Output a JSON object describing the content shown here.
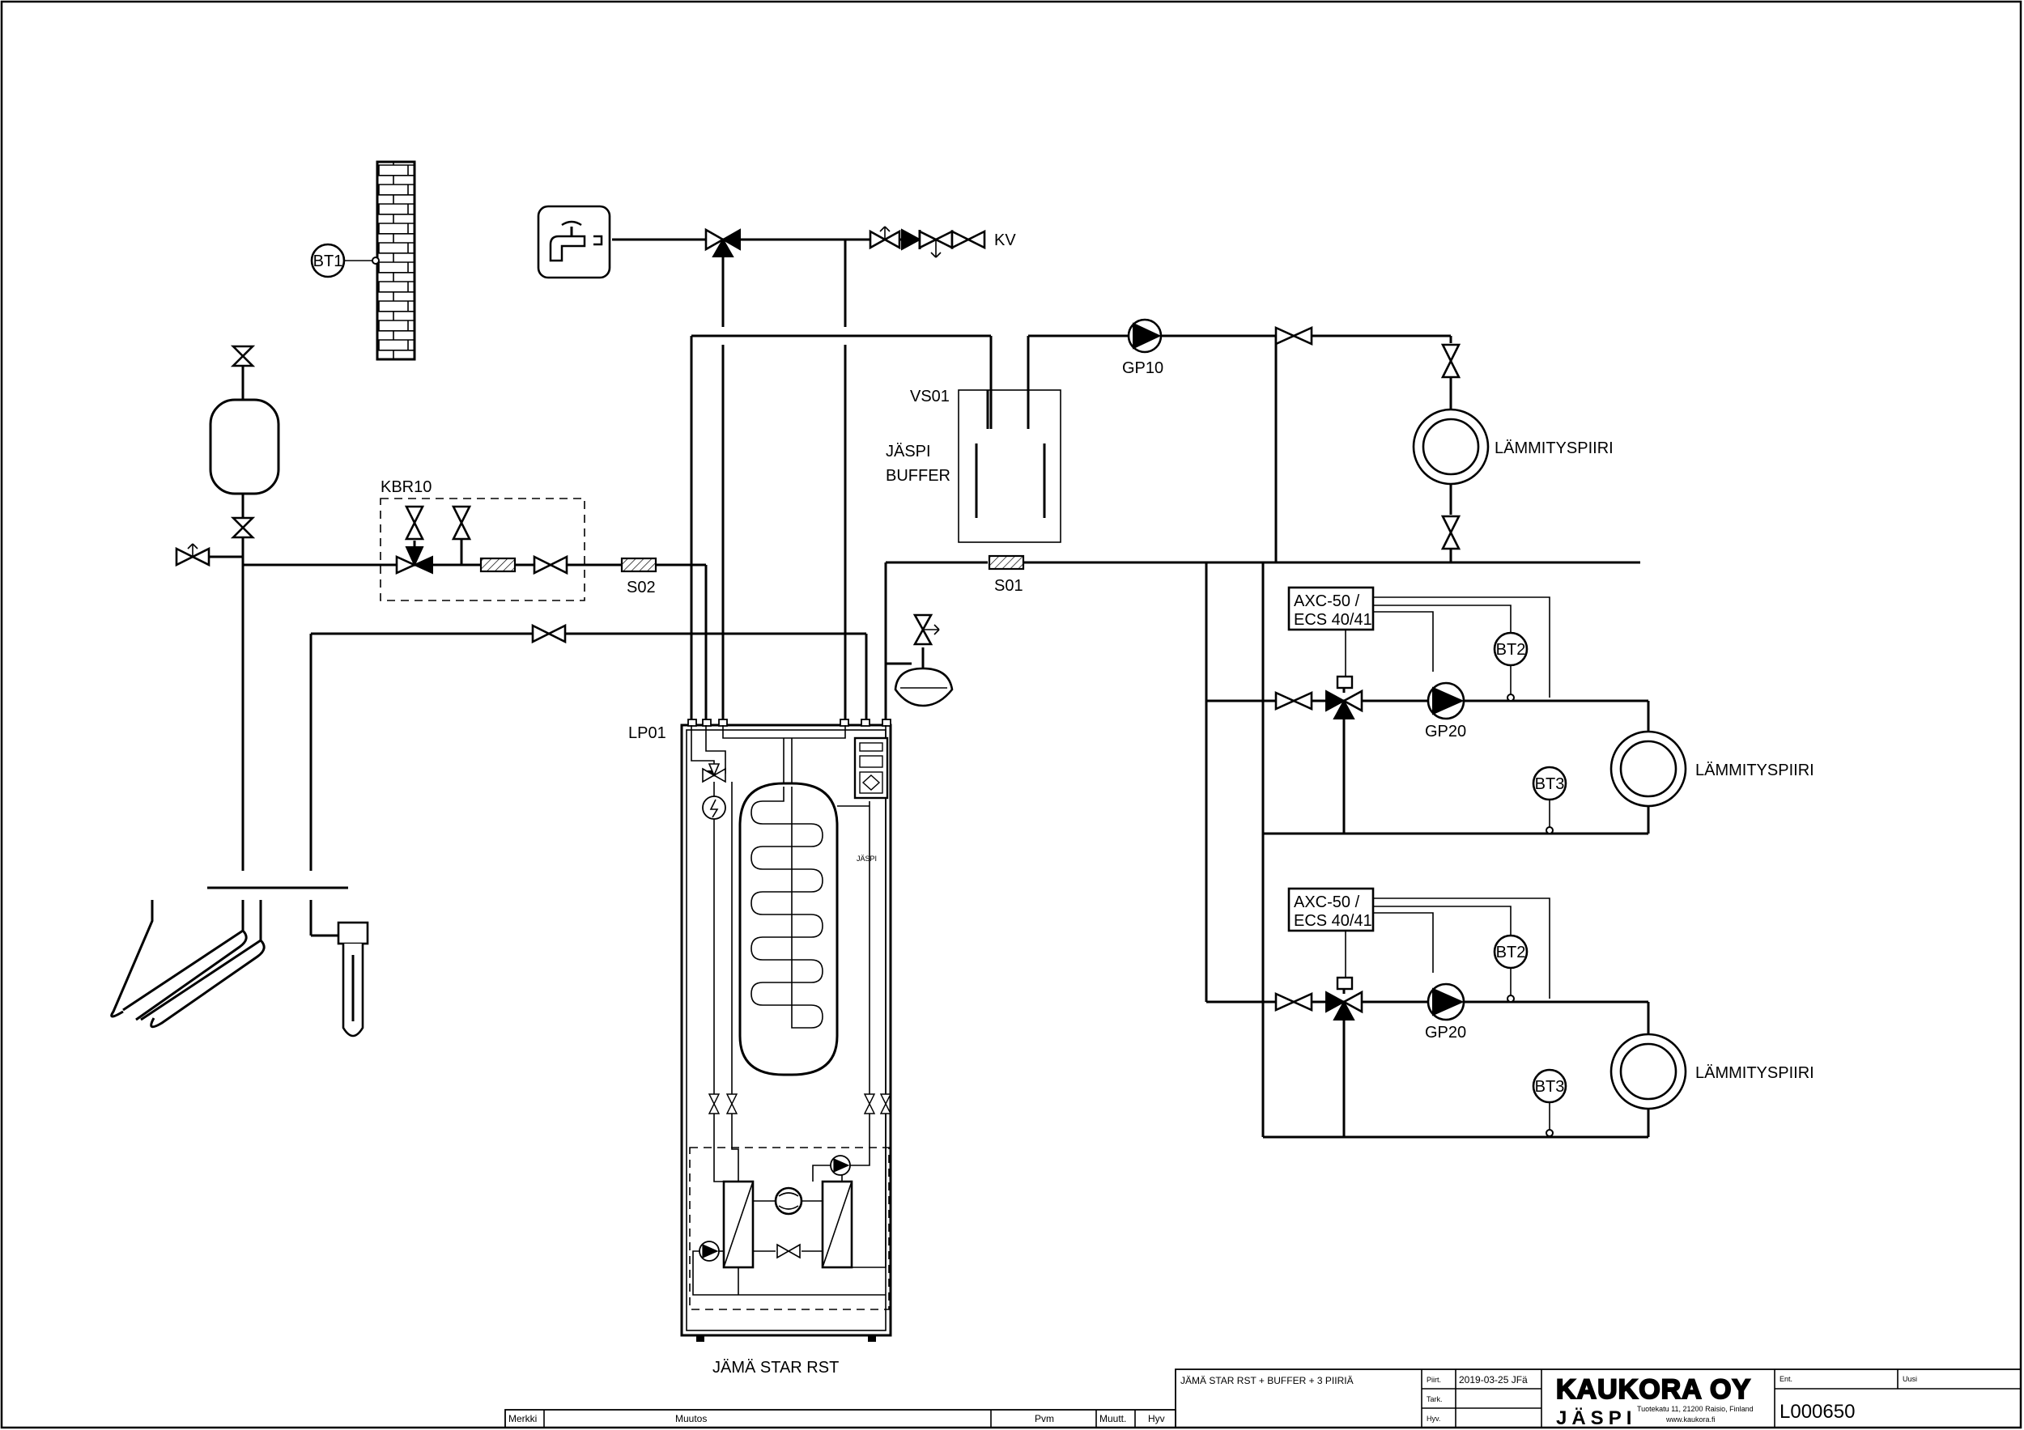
{
  "labels": {
    "bt1": "BT1",
    "kv": "KV",
    "kbr10": "KBR10",
    "s02": "S02",
    "s01": "S01",
    "vs01": "VS01",
    "buffer_line1": "JÄSPI",
    "buffer_line2": "BUFFER",
    "gp10": "GP10",
    "heating_circuit_1": "LÄMMITYSPIIRI",
    "heating_circuit_2": "LÄMMITYSPIIRI",
    "heating_circuit_3": "LÄMMITYSPIIRI",
    "controller_2_line1": "AXC-50 /",
    "controller_2_line2": "ECS 40/41",
    "controller_3_line1": "AXC-50 /",
    "controller_3_line2": "ECS 40/41",
    "bt2_a": "BT2",
    "bt3_a": "BT3",
    "bt2_b": "BT2",
    "bt3_b": "BT3",
    "gp20_a": "GP20",
    "gp20_b": "GP20",
    "lp01": "LP01",
    "unit_name": "JÄMÄ STAR RST",
    "unit_brand": "JÄSPI"
  },
  "title_block": {
    "drawing_title": "JÄMÄ STAR RST + BUFFER + 3 PIIRIÄ",
    "piir_label": "Piirt.",
    "date_author": "2019-03-25 JFä",
    "tark_label": "Tark.",
    "hyv_label": "Hyv.",
    "company": "KAUKORA OY",
    "brand": "JÄSPI",
    "address": "Tuotekatu 11, 21200 Raisio, Finland",
    "website": "www.kaukora.fi",
    "ent_label": "Ent.",
    "uusi_label": "Uusi",
    "drawing_number": "L000650"
  },
  "revision_table": {
    "merkki": "Merkki",
    "muutos": "Muutos",
    "pvm": "Pvm",
    "muutt": "Muutt.",
    "hyv": "Hyv"
  }
}
